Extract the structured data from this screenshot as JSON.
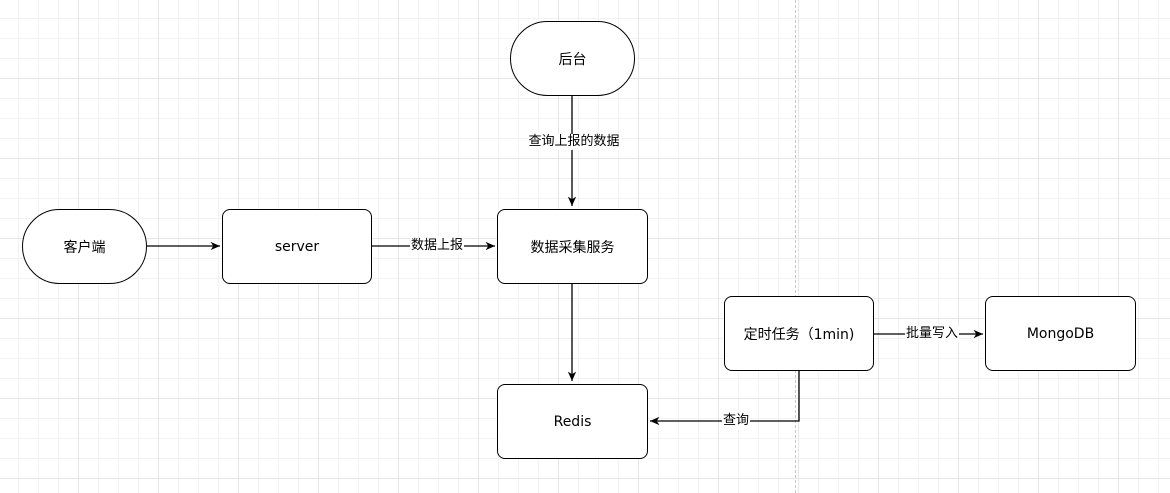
{
  "diagram": {
    "nodes": {
      "backend": "后台",
      "client": "客户端",
      "server": "server",
      "collector": "数据采集服务",
      "redis": "Redis",
      "scheduler": "定时任务（1min)",
      "mongodb": "MongoDB"
    },
    "edges": {
      "backend_to_collector": "查询上报的数据",
      "server_to_collector": "数据上报",
      "scheduler_to_redis": "查询",
      "scheduler_to_mongodb": "批量写入"
    }
  },
  "colors": {
    "stroke": "#000000",
    "background": "#ffffff",
    "grid": "#e6e6e6"
  }
}
